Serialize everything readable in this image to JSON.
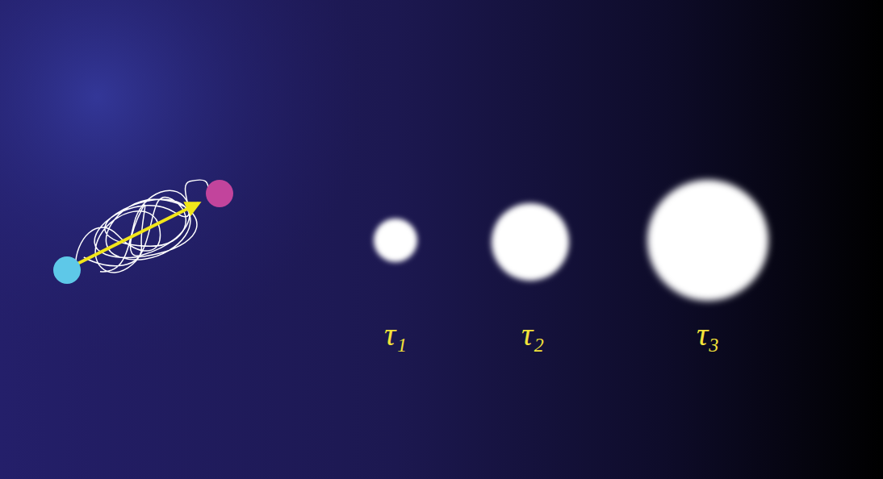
{
  "diagram": {
    "labels": [
      "τ₁",
      "τ₂",
      "τ₃"
    ]
  }
}
